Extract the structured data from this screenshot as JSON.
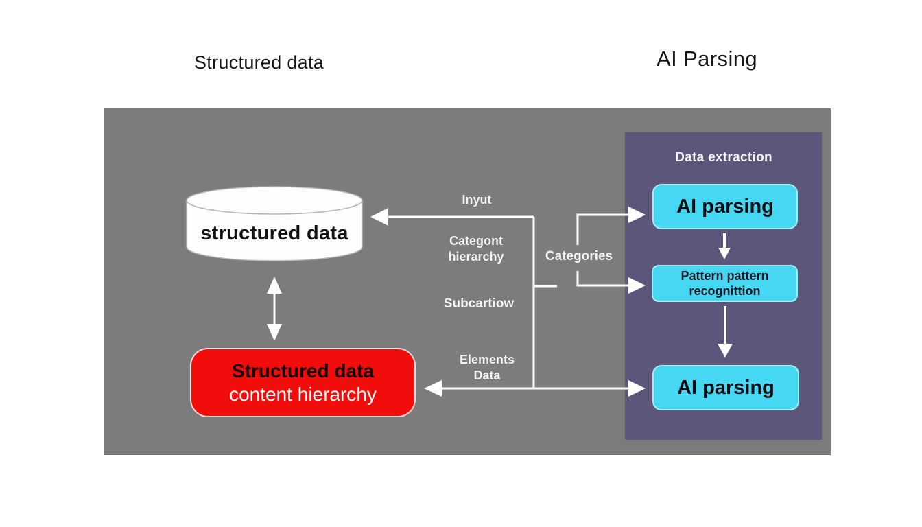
{
  "titles": {
    "left": "Structured data",
    "right": "AI Parsing"
  },
  "database": {
    "label": "structured data"
  },
  "red_box": {
    "line1": "Structured data",
    "line2": "content hierarchy"
  },
  "flow_labels": {
    "input": "Inyut",
    "category_line1": "Categont",
    "category_line2": "hierarchy",
    "subcategory": "Subcartiow",
    "elements_line1": "Elements",
    "elements_line2": "Data",
    "categories": "Categories"
  },
  "extraction_panel": {
    "title": "Data extraction",
    "ai_parsing_top": "AI parsing",
    "pattern_line1": "Pattern pattern",
    "pattern_line2": "recognittion",
    "ai_parsing_bottom": "AI parsing"
  },
  "colors": {
    "canvas_bg": "#ffffff",
    "panel_gray": "#7d7c7c",
    "panel_purple": "#5c577a",
    "cyan_box": "#46d7f3",
    "cyan_box_border": "#a6ebf9",
    "red_box": "#f20d0d",
    "arrow_white": "#ffffff",
    "title_text": "#161616",
    "box_text_dark": "#0b0d14"
  }
}
